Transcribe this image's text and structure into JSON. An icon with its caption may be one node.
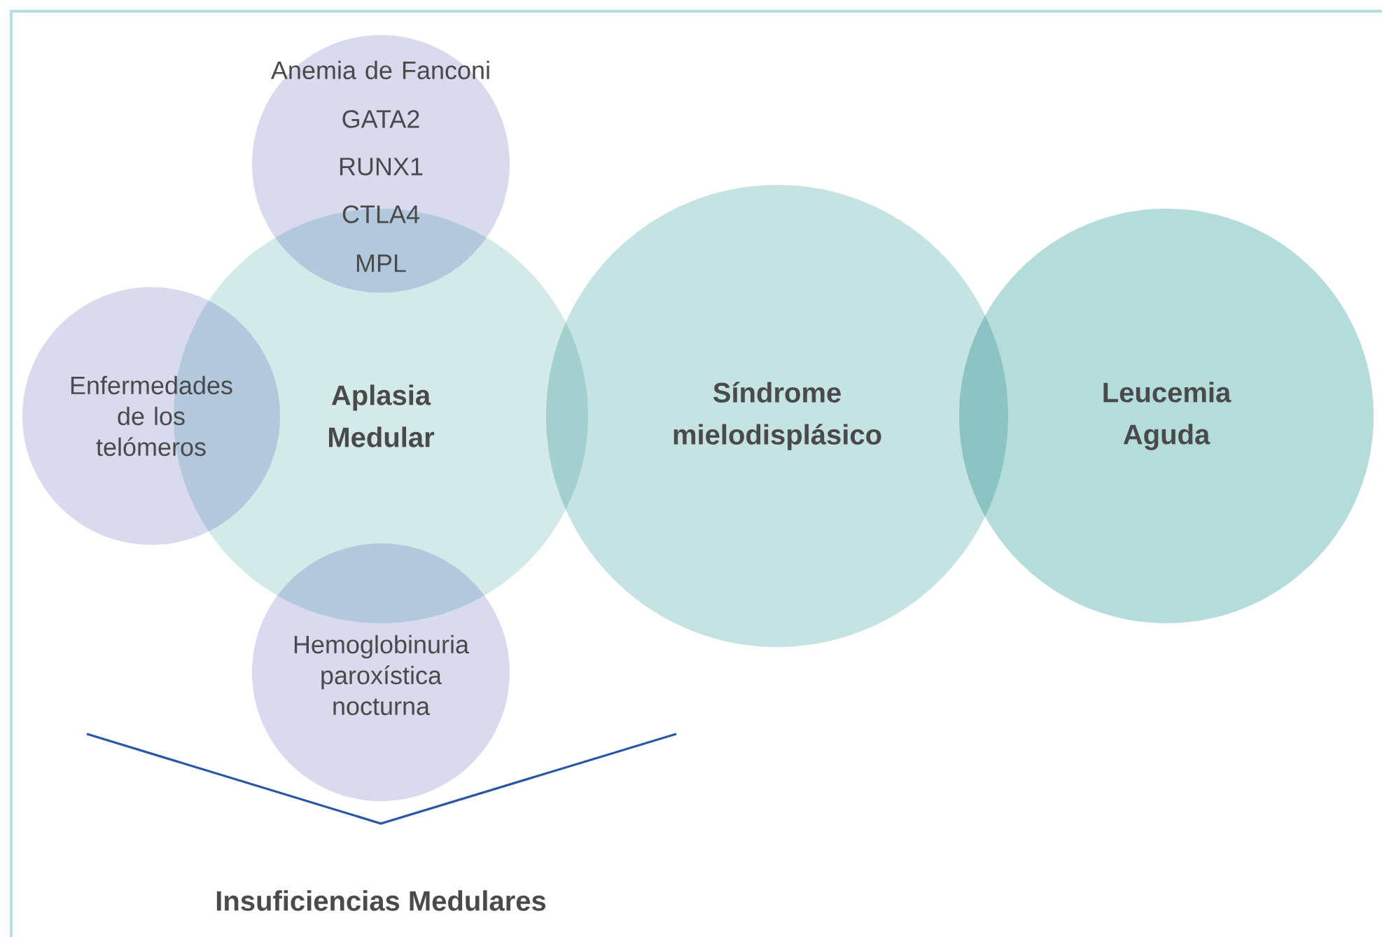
{
  "diagram": {
    "nodes": [
      {
        "text": [
          "Aplasia Medular"
        ]
      },
      {
        "text": [
          "Anemia de Fanconi",
          "GATA2",
          "RUNX1",
          "CTLA4",
          "MPL"
        ]
      },
      {
        "text": [
          "Enfermedades de los telómeros"
        ]
      },
      {
        "text": [
          "Hemoglobinuria paroxística nocturna"
        ]
      },
      {
        "text": [
          "Síndrome mielodisplásico"
        ]
      },
      {
        "text": [
          "Leucemia Aguda"
        ]
      }
    ],
    "labels": [
      "Insuficiencias Medulares"
    ]
  }
}
